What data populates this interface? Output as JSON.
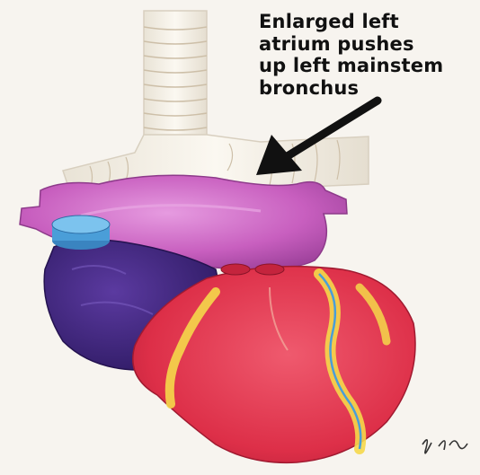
{
  "annotation": {
    "lines": [
      "Enlarged left",
      "atrium pushes",
      "up left mainstem",
      "bronchus"
    ]
  },
  "colors": {
    "background": "#f7f4ef",
    "trachea": "#f3efe6",
    "left_atrium": "#c65fbf",
    "aorta_cap": "#4a9ed8",
    "right_side": "#4b2a86",
    "ventricles": "#e2364f",
    "coronary_fat": "#f5d84a",
    "arrow": "#111111"
  },
  "icons": [
    "arrow-icon",
    "signature-mark"
  ]
}
